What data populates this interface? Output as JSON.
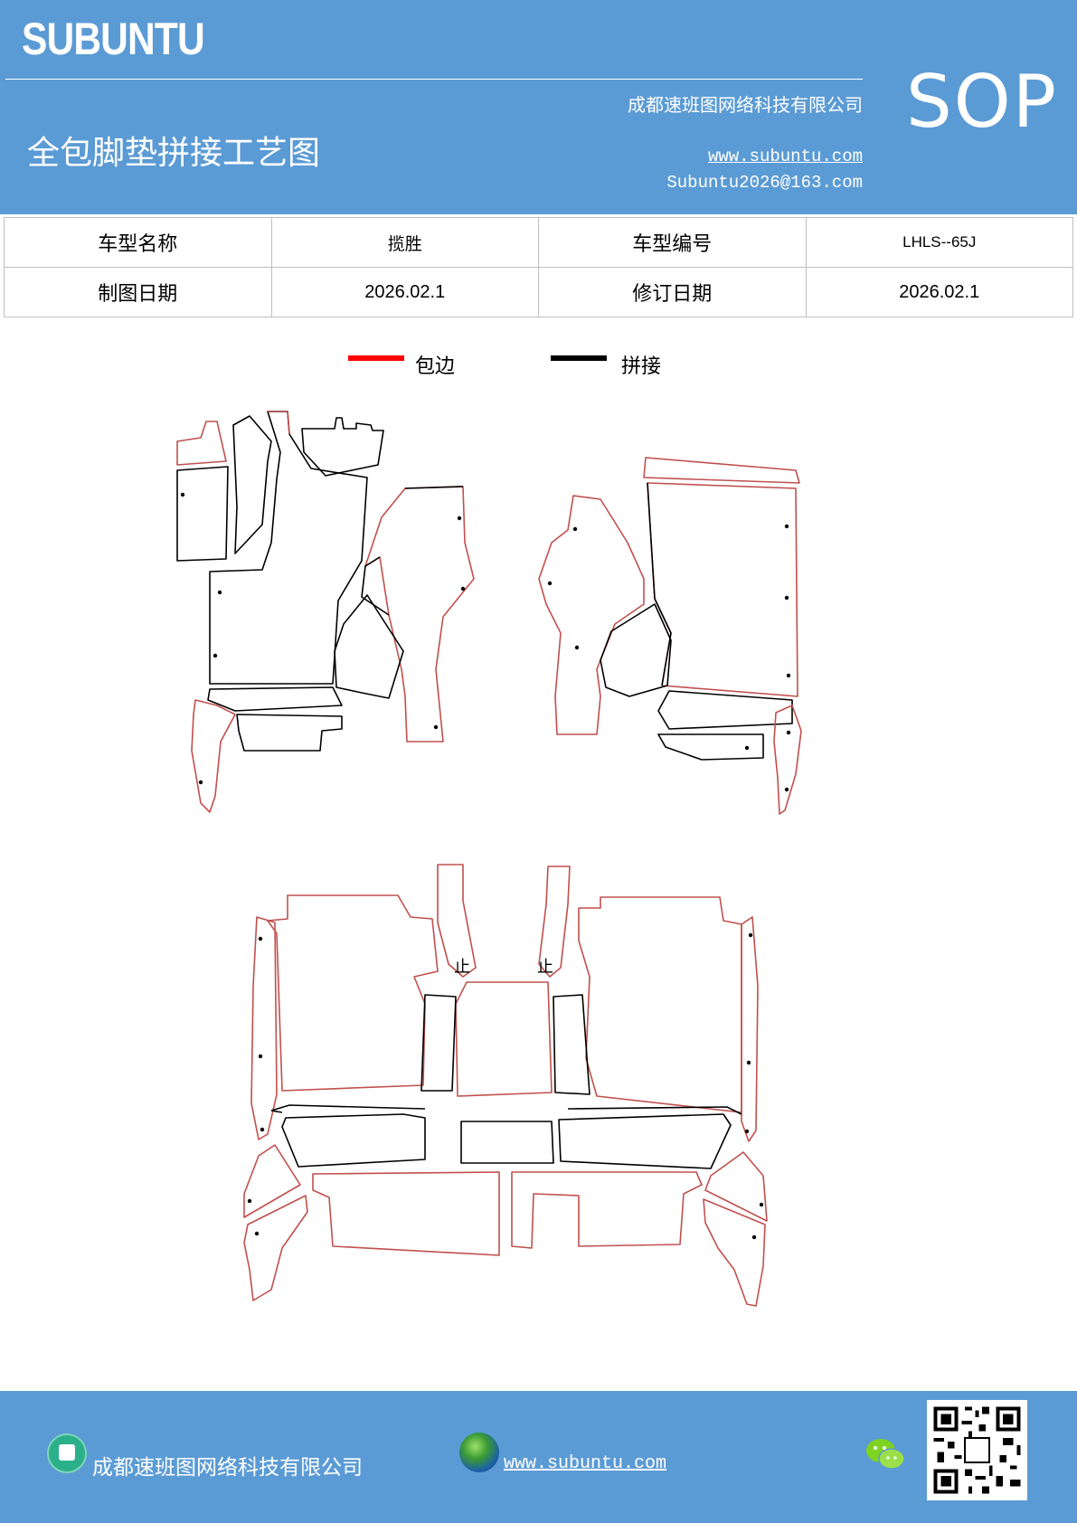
{
  "header": {
    "brand": "SUBUNTU",
    "company": "成都速班图网络科技有限公司",
    "title": "全包脚垫拼接工艺图",
    "website": "www.subuntu.com",
    "email": "Subuntu2026@163.com",
    "badge": "SOP"
  },
  "info_table": {
    "rows": [
      [
        "车型名称",
        "揽胜",
        "车型编号",
        "LHLS--65J"
      ],
      [
        "制图日期",
        "2026.02.1",
        "修订日期",
        "2026.02.1"
      ]
    ]
  },
  "legend": {
    "items": [
      {
        "label": "包边",
        "color": "#ff0000"
      },
      {
        "label": "拼接",
        "color": "#000000"
      }
    ]
  },
  "diagram": {
    "marks": [
      "止",
      "止"
    ]
  },
  "footer": {
    "company": "成都速班图网络科技有限公司",
    "website": "www.subuntu.com",
    "icons": [
      "building-icon",
      "globe-icon",
      "wechat-icon",
      "qr-code"
    ]
  },
  "colors": {
    "header_bg": "#5b9bd5",
    "border_red": "#c0504d",
    "seam_black": "#000000"
  }
}
